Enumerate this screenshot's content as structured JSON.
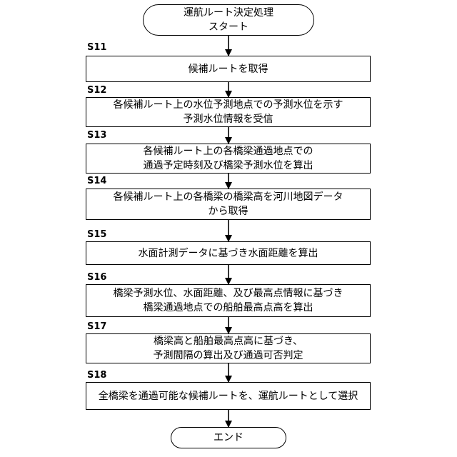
{
  "start": {
    "line1": "運航ルート決定処理",
    "line2": "スタート"
  },
  "steps": [
    {
      "label": "S11",
      "lines": [
        "候補ルートを取得"
      ]
    },
    {
      "label": "S12",
      "lines": [
        "各候補ルート上の水位予測地点での予測水位を示す",
        "予測水位情報を受信"
      ]
    },
    {
      "label": "S13",
      "lines": [
        "各候補ルート上の各橋梁通過地点での",
        "通過予定時刻及び橋梁予測水位を算出"
      ]
    },
    {
      "label": "S14",
      "lines": [
        "各候補ルート上の各橋梁の橋梁高を河川地図データ",
        "から取得"
      ]
    },
    {
      "label": "S15",
      "lines": [
        "水面計測データに基づき水面距離を算出"
      ]
    },
    {
      "label": "S16",
      "lines": [
        "橋梁予測水位、水面距離、及び最高点情報に基づき",
        "橋梁通過地点での船舶最高点高を算出"
      ]
    },
    {
      "label": "S17",
      "lines": [
        "橋梁高と船舶最高点高に基づき、",
        "予測間隔の算出及び通過可否判定"
      ]
    },
    {
      "label": "S18",
      "lines": [
        "全橋梁を通過可能な候補ルートを、運航ルートとして選択"
      ]
    }
  ],
  "end": {
    "line1": "エンド"
  }
}
